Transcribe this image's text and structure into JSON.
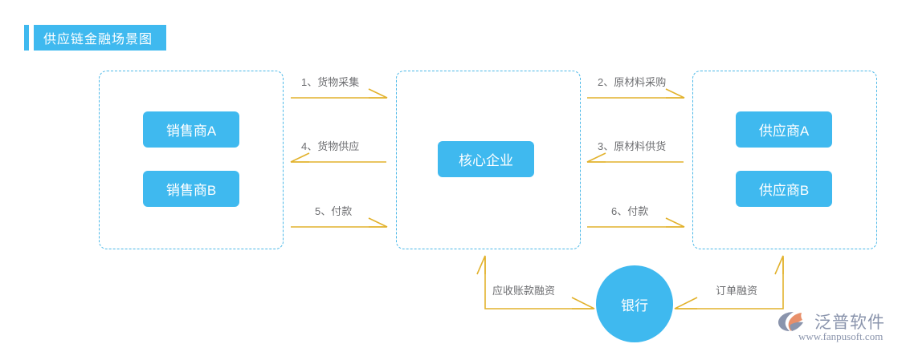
{
  "header": {
    "title": "供应链金融场景图",
    "bar_color": "#3fb9ef",
    "text_color": "#ffffff"
  },
  "theme": {
    "accent_blue": "#3fb9ef",
    "dashed_border": "#4bb8e8",
    "arrow_gold": "#e2b22d",
    "label_gray": "#6d6e71",
    "logo_gray": "#8a94ac",
    "logo_orange": "#e88f6a"
  },
  "groups": [
    {
      "name": "sellers",
      "entities": [
        {
          "label": "销售商A"
        },
        {
          "label": "销售商B"
        }
      ]
    },
    {
      "name": "core",
      "entities": [
        {
          "label": "核心企业"
        }
      ]
    },
    {
      "name": "suppliers",
      "entities": [
        {
          "label": "供应商A"
        },
        {
          "label": "供应商B"
        }
      ]
    }
  ],
  "bank": {
    "label": "银行"
  },
  "flows": [
    {
      "id": "flow-1",
      "label": "1、货物采集",
      "direction": "right",
      "from": "sellers",
      "to": "core"
    },
    {
      "id": "flow-4",
      "label": "4、货物供应",
      "direction": "left",
      "from": "core",
      "to": "sellers"
    },
    {
      "id": "flow-5",
      "label": "5、付款",
      "direction": "right",
      "from": "sellers",
      "to": "core"
    },
    {
      "id": "flow-2",
      "label": "2、原材料采购",
      "direction": "right",
      "from": "core",
      "to": "suppliers"
    },
    {
      "id": "flow-3",
      "label": "3、原材料供货",
      "direction": "left",
      "from": "suppliers",
      "to": "core"
    },
    {
      "id": "flow-6",
      "label": "6、付款",
      "direction": "right",
      "from": "core",
      "to": "suppliers"
    }
  ],
  "financing": [
    {
      "id": "fin-ar",
      "label": "应收账款融资",
      "from": "bank",
      "to": "core"
    },
    {
      "id": "fin-order",
      "label": "订单融资",
      "from": "bank",
      "to": "suppliers"
    }
  ],
  "watermark": {
    "brand": "泛普软件",
    "url": "www.fanpusoft.com"
  }
}
